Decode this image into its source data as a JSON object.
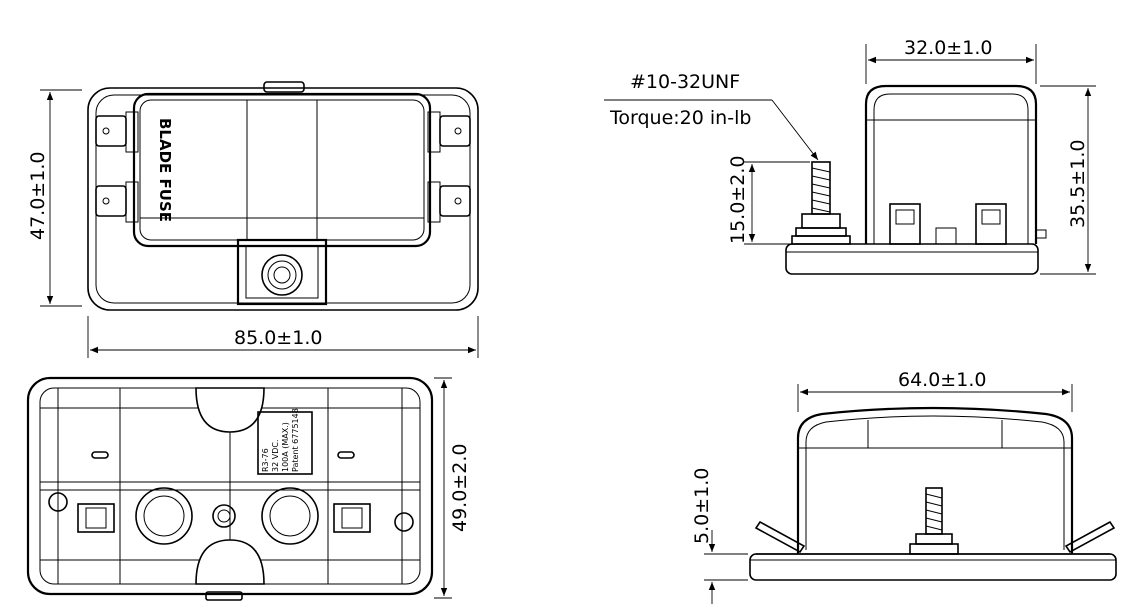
{
  "dimensions": {
    "height_top": "47.0±1.0",
    "width_top": "85.0±1.0",
    "height_bottom": "49.0±2.0",
    "width_side": "32.0±1.0",
    "height_side": "35.5±1.0",
    "stud_height": "15.0±2.0",
    "width_front": "64.0±1.0",
    "base_front": "5.0±1.0"
  },
  "callout": {
    "thread": "#10-32UNF",
    "torque": "Torque:20 in-lb"
  },
  "cover_text": "BLADE FUSE",
  "rating_label": {
    "lines": [
      "R3-76",
      "32 VDC.",
      "100A (MAX.)",
      "Patent 6775148"
    ]
  }
}
